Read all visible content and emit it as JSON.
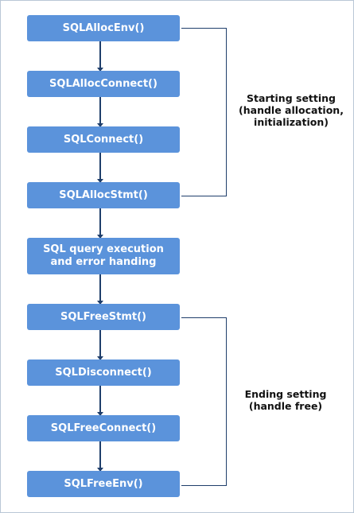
{
  "steps": [
    "SQLAllocEnv()",
    "SQLAllocConnect()",
    "SQLConnect()",
    "SQLAllocStmt()",
    "SQL query execution and error handing",
    "SQLFreeStmt()",
    "SQLDisconnect()",
    "SQLFreeConnect()",
    "SQLFreeEnv()"
  ],
  "groups": {
    "starting": {
      "line1": "Starting setting",
      "line2": "(handle allocation,",
      "line3": "initialization)"
    },
    "ending": {
      "line1": "Ending setting",
      "line2": "(handle free)"
    }
  },
  "colors": {
    "box_fill": "#5b93db",
    "box_text": "#ffffff",
    "connector": "#1f3e6b"
  }
}
